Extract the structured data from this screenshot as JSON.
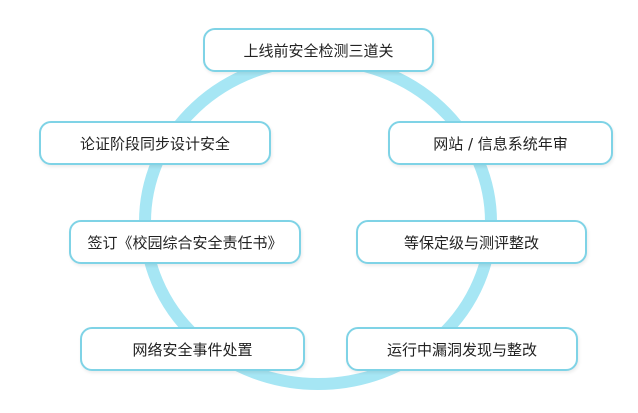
{
  "diagram": {
    "ring_color": "#a6e6f4",
    "border_color": "#7fd3e6",
    "nodes": {
      "top": "上线前安全检测三道关",
      "left_1": "论证阶段同步设计安全",
      "right_1": "网站 / 信息系统年审",
      "left_2": "签订《校园综合安全责任书》",
      "right_2": "等保定级与测评整改",
      "left_3": "网络安全事件处置",
      "right_3": "运行中漏洞发现与整改"
    }
  }
}
